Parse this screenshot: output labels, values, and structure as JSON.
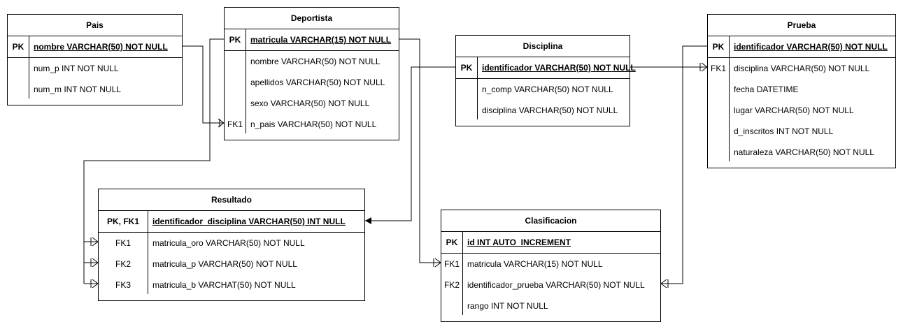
{
  "entities": {
    "pais": {
      "title": "Pais",
      "rows": [
        {
          "key": "PK",
          "field": "nombre VARCHAR(50) NOT NULL"
        },
        {
          "key": "",
          "field": "num_p INT NOT NULL"
        },
        {
          "key": "",
          "field": "num_m INT NOT NULL"
        }
      ]
    },
    "deportista": {
      "title": "Deportista",
      "rows": [
        {
          "key": "PK",
          "field": "matricula VARCHAR(15) NOT NULL"
        },
        {
          "key": "",
          "field": "nombre VARCHAR(50) NOT NULL"
        },
        {
          "key": "",
          "field": "apellidos VARCHAR(50) NOT NULL"
        },
        {
          "key": "",
          "field": "sexo VARCHAR(50) NOT NULL"
        },
        {
          "key": "FK1",
          "field": "n_pais VARCHAR(50) NOT NULL"
        }
      ]
    },
    "disciplina": {
      "title": "Disciplina",
      "rows": [
        {
          "key": "PK",
          "field": "identificador VARCHAR(50) NOT NULL"
        },
        {
          "key": "",
          "field": "n_comp VARCHAR(50) NOT NULL"
        },
        {
          "key": "",
          "field": "disciplina VARCHAR(50) NOT NULL"
        }
      ]
    },
    "prueba": {
      "title": "Prueba",
      "rows": [
        {
          "key": "PK",
          "field": "identificador VARCHAR(50) NOT NULL"
        },
        {
          "key": "FK1",
          "field": "disciplina VARCHAR(50) NOT NULL"
        },
        {
          "key": "",
          "field": "fecha DATETIME"
        },
        {
          "key": "",
          "field": "lugar VARCHAR(50) NOT NULL"
        },
        {
          "key": "",
          "field": "d_inscritos INT NOT NULL"
        },
        {
          "key": "",
          "field": "naturaleza VARCHAR(50) NOT NULL"
        }
      ]
    },
    "resultado": {
      "title": "Resultado",
      "rows": [
        {
          "key": "PK, FK1",
          "field": "identificador_disciplina VARCHAR(50) INT NULL"
        },
        {
          "key": "FK1",
          "field": "matricula_oro VARCHAR(50) NOT NULL"
        },
        {
          "key": "FK2",
          "field": "matricula_p VARCHAR(50) NOT NULL"
        },
        {
          "key": "FK3",
          "field": "matricula_b VARCHAT(50) NOT NULL"
        }
      ]
    },
    "clasificacion": {
      "title": "Clasificacion",
      "rows": [
        {
          "key": "PK",
          "field": "id INT AUTO_INCREMENT"
        },
        {
          "key": "FK1",
          "field": "matricula VARCHAR(15) NOT NULL"
        },
        {
          "key": "FK2",
          "field": "identificador_prueba VARCHAR(50) NOT NULL"
        },
        {
          "key": "",
          "field": "rango INT NOT NULL"
        }
      ]
    }
  }
}
